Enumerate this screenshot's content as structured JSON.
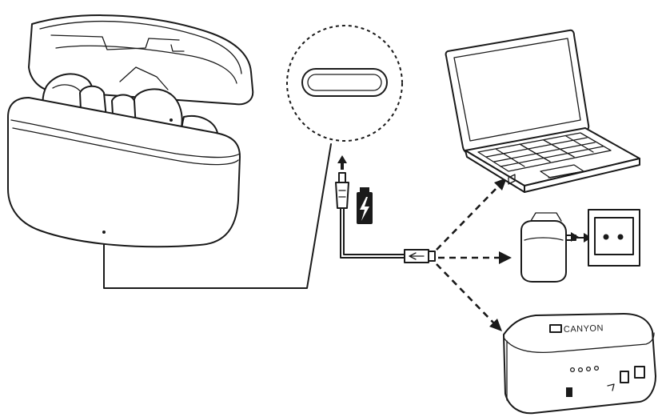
{
  "powerbank": {
    "brand_text": "CANYON"
  },
  "icons": {
    "earbuds_case": "earbuds-charging-case",
    "usb_c_port": "usb-type-c-port",
    "battery": "battery-charging-icon",
    "laptop": "laptop",
    "wall_adapter": "wall-power-adapter",
    "wall_socket": "wall-socket",
    "power_bank": "power-bank"
  },
  "colors": {
    "line": "#1a1a1a",
    "background": "#ffffff"
  }
}
